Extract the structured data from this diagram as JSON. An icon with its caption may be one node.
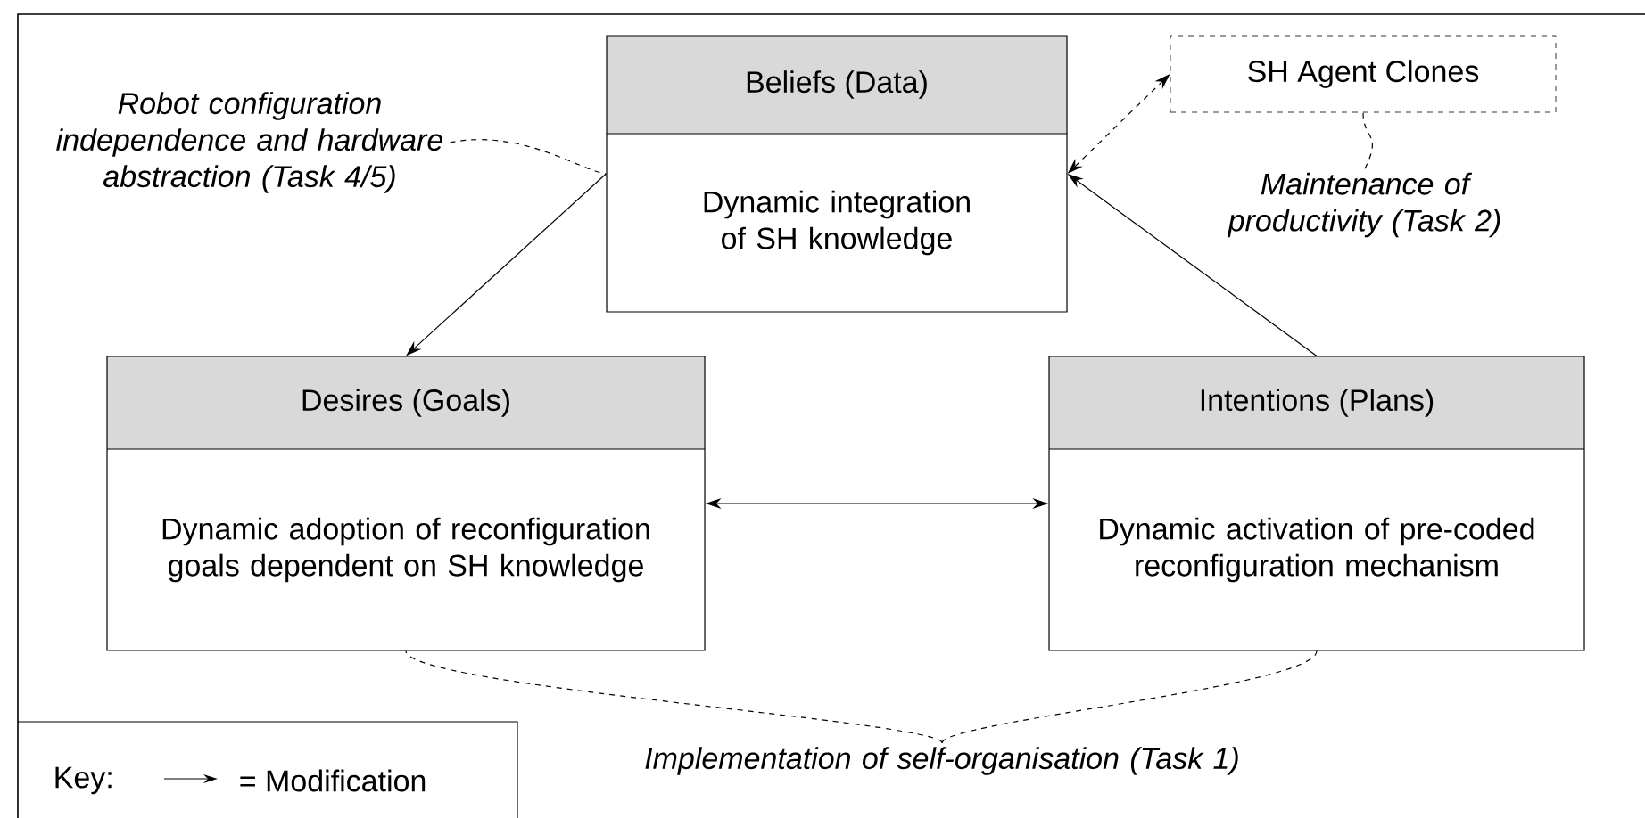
{
  "diagram": {
    "nodes": [
      {
        "text": [
          "Robot configuration independence and hardware abstraction (Task 4/5)"
        ]
      },
      {
        "text": [
          "Beliefs (Data)",
          "Dynamic integration of SH knowledge"
        ]
      },
      {
        "text": [
          "SH Agent Clones"
        ]
      },
      {
        "text": [
          "Maintenance of productivity (Task 2)"
        ]
      },
      {
        "text": [
          "Desires (Goals)",
          "Dynamic adoption of reconfiguration goals dependent on SH knowledge"
        ]
      },
      {
        "text": [
          "Intentions (Plans)",
          "Dynamic activation of pre-coded reconfiguration mechanism"
        ]
      },
      {
        "text": [
          "Implementation of self-organisation (Task 1)"
        ]
      }
    ],
    "edges": [
      {
        "from": 1,
        "to": 4,
        "arrow": "to"
      },
      {
        "from": 5,
        "to": 1,
        "arrow": "to"
      },
      {
        "from": 1,
        "to": 2,
        "arrow": "both",
        "style": "dashed"
      },
      {
        "from": 4,
        "to": 5,
        "arrow": "both"
      },
      {
        "from": 0,
        "to": 1,
        "arrow": "none",
        "style": "dashed"
      },
      {
        "from": 3,
        "to": 2,
        "arrow": "none",
        "style": "dashed"
      },
      {
        "from": 6,
        "to": 4,
        "arrow": "none",
        "style": "dashed"
      },
      {
        "from": 6,
        "to": 5,
        "arrow": "none",
        "style": "dashed"
      }
    ],
    "labels": [
      "Key:"
    ],
    "legend": [
      {
        "text": "= Modification"
      }
    ]
  }
}
